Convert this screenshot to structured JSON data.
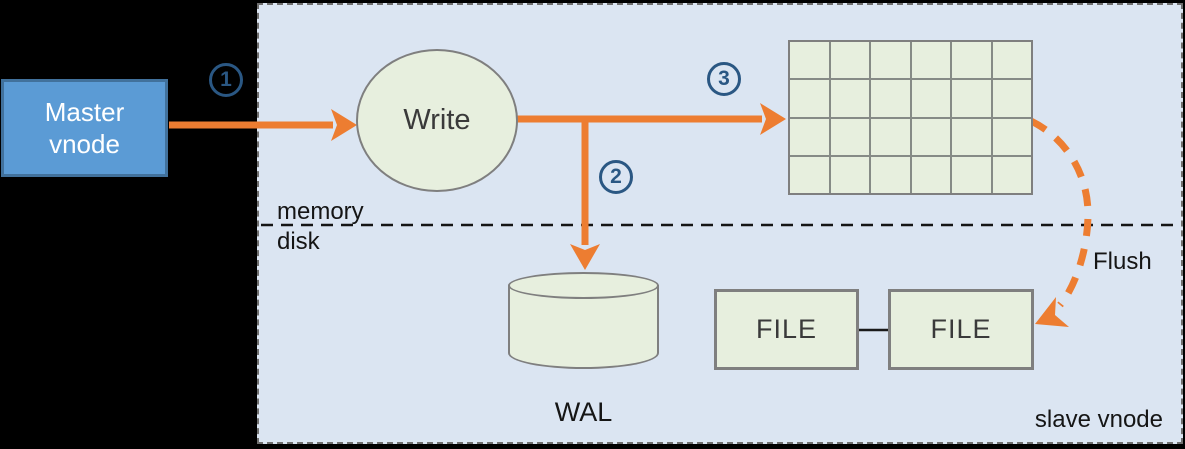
{
  "colors": {
    "bg": "#000000",
    "panel-bg": "#dbe5f2",
    "panel-border": "#6f6f6f",
    "green-fill": "#e7efde",
    "shape-border": "#7f7f7f",
    "orange": "#ed7d31",
    "master-fill": "#5b9bd5",
    "master-border": "#41719c",
    "step-blue": "#2a5783",
    "text-dark": "#3a3a3a",
    "text-black": "#151515"
  },
  "panel": {
    "label": "slave vnode"
  },
  "nodes": {
    "master": {
      "line1": "Master",
      "line2": "vnode"
    },
    "write": {
      "label": "Write"
    },
    "memtable": {
      "rows": 4,
      "cols": 6
    },
    "wal": {
      "label": "WAL"
    },
    "file1": {
      "label": "FILE"
    },
    "file2": {
      "label": "FILE"
    }
  },
  "labels": {
    "memory": "memory",
    "disk": "disk",
    "flush": "Flush"
  },
  "steps": [
    {
      "n": "1"
    },
    {
      "n": "2"
    },
    {
      "n": "3"
    }
  ]
}
